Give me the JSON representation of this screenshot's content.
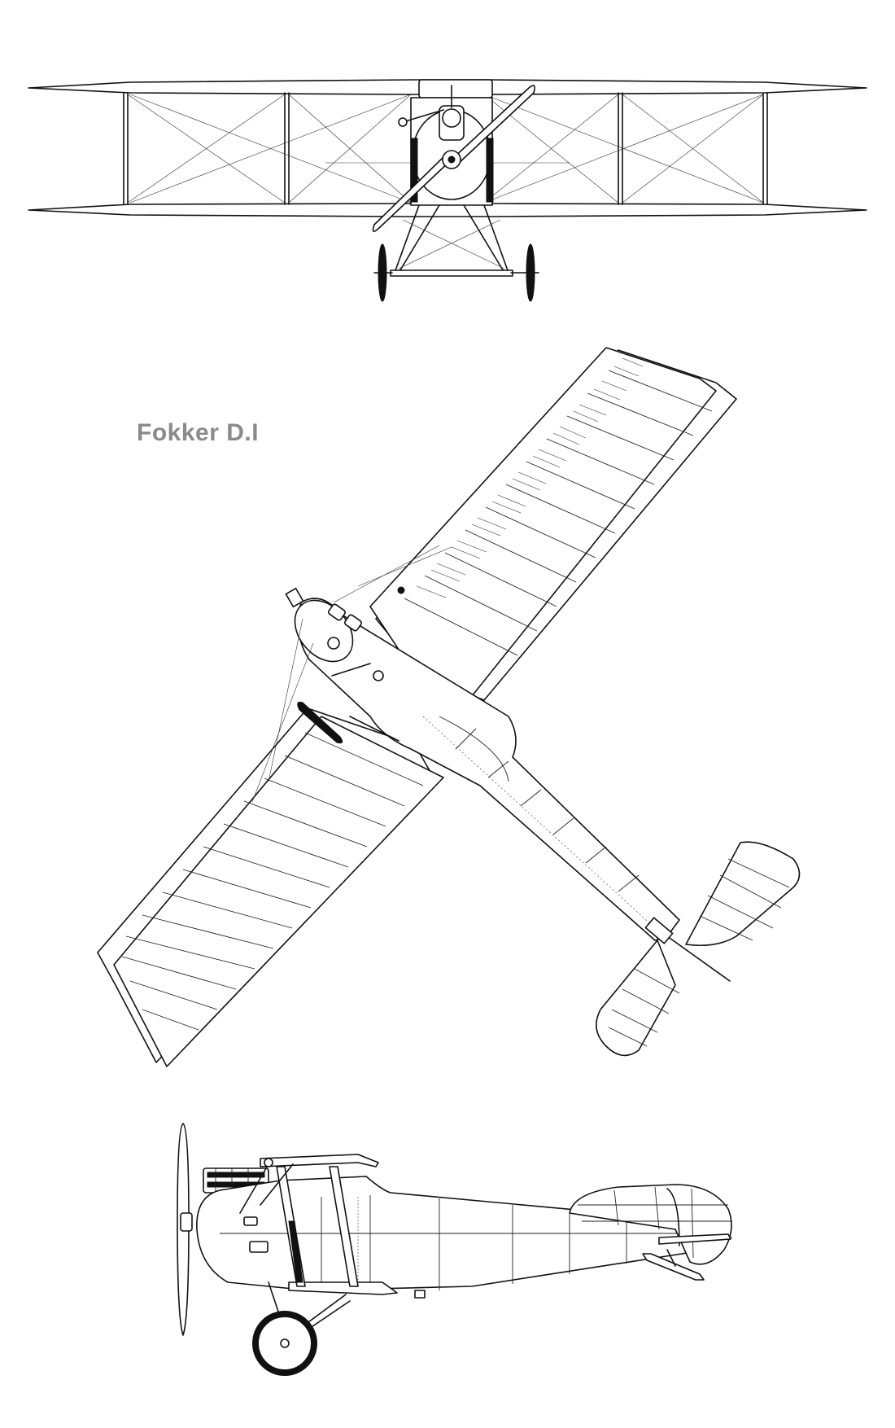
{
  "drawing": {
    "title": "Fokker D.I",
    "views": [
      "front-view",
      "plan-view",
      "side-view"
    ]
  },
  "colors": {
    "ink": "#111111",
    "title": "#8a8a8a",
    "paper": "#ffffff"
  }
}
